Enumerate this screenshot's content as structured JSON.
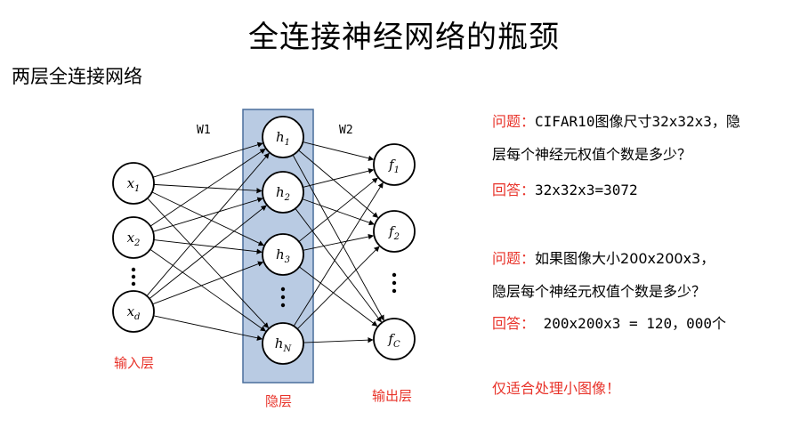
{
  "title": "全连接神经网络的瓶颈",
  "subtitle": "两层全连接网络",
  "diagram": {
    "inputs": [
      "x1",
      "x2",
      "xd"
    ],
    "hidden": [
      "h1",
      "h2",
      "h3",
      "hN"
    ],
    "outputs": [
      "f1",
      "f2",
      "fC"
    ],
    "w1_label": "W1",
    "w2_label": "W2",
    "input_layer_label": "输入层",
    "hidden_layer_label": "隐层",
    "output_layer_label": "输出层",
    "colors": {
      "hidden_band_fill": "#b9cbe3",
      "hidden_band_stroke": "#4a6e9c",
      "label_red": "#e8332a"
    }
  },
  "qa": {
    "q1_prefix": "问题：",
    "q1_line1": "CIFAR10图像尺寸32x32x3，隐",
    "q1_line2": "层每个神经元权值个数是多少？",
    "a1_prefix": "回答：",
    "a1_text": "32x32x3=3072",
    "q2_prefix": "问题：",
    "q2_line1": "如果图像大小200x200x3，",
    "q2_line2": "隐层每个神经元权值个数是多少？",
    "a2_prefix": "回答：",
    "a2_text": " 200x200x3 = 120，000个",
    "conclusion": "仅适合处理小图像！"
  }
}
